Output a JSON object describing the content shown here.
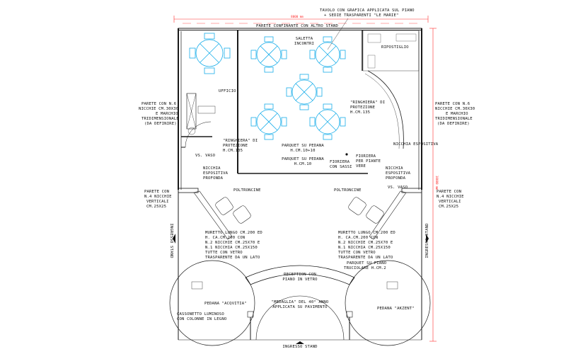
{
  "plan": {
    "dimensions": {
      "width_top": "8000 mm",
      "depth_right": "10000 mm"
    },
    "labels": {
      "tavolo": [
        "TAVOLO CON GRAFICA APPLICATA SUL PIANO",
        "+ SEDIE TRASPARENTI \"LE MARIE\""
      ],
      "parete_confinante": "PARETE CONFINANTE CON ALTRO STAND",
      "saletta": [
        "SALETTA",
        "INCONTRI"
      ],
      "ripostiglio": "RIPOSTIGLIO",
      "ufficio": "UFFICIO",
      "ringhiera_left": [
        "\"RINGHIERA\" DI",
        "PROTEZIONE",
        "H.CM.135"
      ],
      "ringhiera_right": [
        "\"RINGHIERA\" DI",
        "PROTEZIONE",
        "H.CM.135"
      ],
      "parquet_10": [
        "PARQUET SU PEDANA",
        "H.CM.10+10"
      ],
      "parquet_h10": [
        "PARQUET SU PEDANA",
        "H.CM.10"
      ],
      "fioriera_sassi": [
        "FIORIERA",
        "CON SASSI"
      ],
      "fioriera_piante": [
        "FIORIERA",
        "PER PIANTE",
        "VERE"
      ],
      "parete_6_left": [
        "PARETE CON N.6",
        "NICCHIE CM.30X30",
        "E MARCHIO",
        "TRIDIMENSIONALE",
        "(DA DEFINIRE)"
      ],
      "parete_6_right": [
        "PARETE CON N.6",
        "NICCHIE CM.30X30",
        "E MARCHIO",
        "TRIDIMENSIONALE",
        "(DA DEFINIRE)"
      ],
      "vs_vaso_left": "VS. VASO",
      "vs_vaso_right": "VS. VASO",
      "nicchia_espositiva": "NICCHIA ESPOSITIVA",
      "nicchia_profonda_left": [
        "NICCHIA",
        "ESPOSITIVA",
        "PROFONDA"
      ],
      "nicchia_profonda_right": [
        "NICCHIA",
        "ESPOSITIVA",
        "PROFONDA"
      ],
      "parete_4_left": [
        "PARETE CON",
        "N.4 NICCHIE",
        "VERTICALI",
        "CM.25X25"
      ],
      "parete_4_right": [
        "PARETE CON",
        "N.4 NICCHIE",
        "VERTICALI",
        "CM.25X25"
      ],
      "poltroncine_left": "POLTRONCINE",
      "poltroncine_right": "POLTRONCINE",
      "muretto_left": [
        "MURETTO LUNGO CM.200 ED",
        "H. CA.CM.200 CON",
        "N.2 NICCHIE CM.25X70 E",
        "N.1 NICCHIA CM.25X150",
        "TUTTE CON VETRO",
        "TRASPARENTE DA UN LATO"
      ],
      "muretto_right": [
        "MURETTO LUNGO CM.200 ED",
        "H. CA.CM.200 CON",
        "N.2 NICCHIE CM.25X70 E",
        "N.1 NICCHIA CM.25X150",
        "TUTTE CON VETRO",
        "TRASPARENTE DA UN LATO"
      ],
      "parquet_truciolare": [
        "PARQUET SU PIANO",
        "TRUCIOLARE H.CM.2"
      ],
      "reception": [
        "RECEPTION CON",
        "PIANO IN VETRO"
      ],
      "pedana_acquitia": "PEDANA \"ACQVITIA\"",
      "pedana_akzent": "PEDANA \"AKZENT\"",
      "medaglia": [
        "\"MEDAGLIA\" DEL 40° ANNO",
        "APPLICATA SU PAVIMENTO"
      ],
      "cassonetto": [
        "CASSONETTO LUMINOSO",
        "CON COLONNE IN LEGNO"
      ],
      "ingresso_left": "INGRESSO STAND",
      "ingresso_right": "INGRESSO STAND",
      "ingresso_bottom": "INGRESSO STAND"
    },
    "colors": {
      "walls": "#1a1a1a",
      "furniture": "#1aaeea",
      "dimensions": "#ff2a2a"
    }
  }
}
